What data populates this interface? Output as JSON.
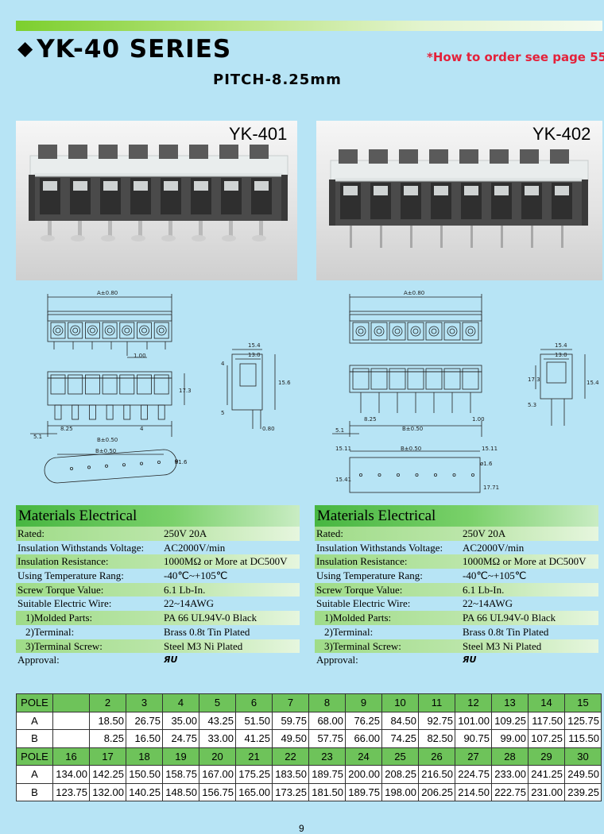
{
  "header": {
    "title": "YK-40 SERIES",
    "pitch": "PITCH-8.25mm",
    "order_note": "*How to order see page 55",
    "accent_color": "#7ccf2e",
    "note_color": "#e4213a"
  },
  "products": [
    {
      "label": "YK-401"
    },
    {
      "label": "YK-402"
    }
  ],
  "drawings": {
    "yk401": {
      "a_dim": "A±0.80",
      "b_dim": "B±0.50",
      "dims": [
        "1.00",
        "15.4",
        "13.0",
        "17.3",
        "15.6",
        "4",
        "5",
        "0.80",
        "8.25",
        "4",
        "5.1",
        "ø1.6"
      ]
    },
    "yk402": {
      "a_dim": "A±0.80",
      "b_dim": "B±0.50",
      "dims": [
        "15.4",
        "13.0",
        "17.3",
        "15.4",
        "5.3",
        "8.25",
        "1.00",
        "5.1",
        "15.11",
        "15.11",
        "ø1.6",
        "15.41",
        "17.71"
      ]
    }
  },
  "materials": [
    {
      "heading": "Materials Electrical",
      "rows": [
        {
          "label": "Rated:",
          "value": "250V  20A"
        },
        {
          "label": "Insulation Withstands Voltage:",
          "value": "AC2000V/min"
        },
        {
          "label": "Insulation Resistance:",
          "value": "1000MΩ  or More at DC500V"
        },
        {
          "label": "Using Temperature Rang:",
          "value": "-40℃~+105℃"
        },
        {
          "label": " Screw Torque Value:",
          "value": "6.1 Lb-In."
        },
        {
          "label": "Suitable Electric Wire:",
          "value": "22~14AWG"
        },
        {
          "label": "1)Molded Parts:",
          "value": "PA 66 UL94V-0 Black",
          "indent": true
        },
        {
          "label": "2)Terminal:",
          "value": "Brass 0.8t Tin Plated",
          "indent": true
        },
        {
          "label": "3)Terminal Screw:",
          "value": "Steel M3 Ni Plated",
          "indent": true
        },
        {
          "label": "Approval:",
          "value": "ЯU",
          "ul": true
        }
      ]
    },
    {
      "heading": "Materials Electrical",
      "rows": [
        {
          "label": "Rated:",
          "value": "250V  20A"
        },
        {
          "label": "Insulation Withstands Voltage:",
          "value": "AC2000V/min"
        },
        {
          "label": "Insulation Resistance:",
          "value": "1000MΩ  or More at DC500V"
        },
        {
          "label": "Using Temperature Rang:",
          "value": "-40℃~+105℃"
        },
        {
          "label": " Screw Torque Value:",
          "value": "6.1 Lb-In."
        },
        {
          "label": "Suitable Electric Wire:",
          "value": "22~14AWG"
        },
        {
          "label": "1)Molded Parts:",
          "value": "PA 66 UL94V-0 Black",
          "indent": true
        },
        {
          "label": "2)Terminal:",
          "value": "Brass 0.8t Tin Plated",
          "indent": true
        },
        {
          "label": "3)Terminal Screw:",
          "value": "Steel M3 Ni Plated",
          "indent": true
        },
        {
          "label": "Approval:",
          "value": "ЯU",
          "ul": true
        }
      ]
    }
  ],
  "dimension_table": {
    "pole_label": "POLE",
    "a_label": "A",
    "b_label": "B",
    "block1": {
      "poles": [
        "",
        "2",
        "3",
        "4",
        "5",
        "6",
        "7",
        "8",
        "9",
        "10",
        "11",
        "12",
        "13",
        "14",
        "15"
      ],
      "a": [
        "",
        "18.50",
        "26.75",
        "35.00",
        "43.25",
        "51.50",
        "59.75",
        "68.00",
        "76.25",
        "84.50",
        "92.75",
        "101.00",
        "109.25",
        "117.50",
        "125.75"
      ],
      "b": [
        "",
        "8.25",
        "16.50",
        "24.75",
        "33.00",
        "41.25",
        "49.50",
        "57.75",
        "66.00",
        "74.25",
        "82.50",
        "90.75",
        "99.00",
        "107.25",
        "115.50"
      ]
    },
    "block2": {
      "poles": [
        "16",
        "17",
        "18",
        "19",
        "20",
        "21",
        "22",
        "23",
        "24",
        "25",
        "26",
        "27",
        "28",
        "29",
        "30"
      ],
      "a": [
        "134.00",
        "142.25",
        "150.50",
        "158.75",
        "167.00",
        "175.25",
        "183.50",
        "189.75",
        "200.00",
        "208.25",
        "216.50",
        "224.75",
        "233.00",
        "241.25",
        "249.50"
      ],
      "b": [
        "123.75",
        "132.00",
        "140.25",
        "148.50",
        "156.75",
        "165.00",
        "173.25",
        "181.50",
        "189.75",
        "198.00",
        "206.25",
        "214.50",
        "222.75",
        "231.00",
        "239.25"
      ]
    }
  },
  "page_number": "9"
}
